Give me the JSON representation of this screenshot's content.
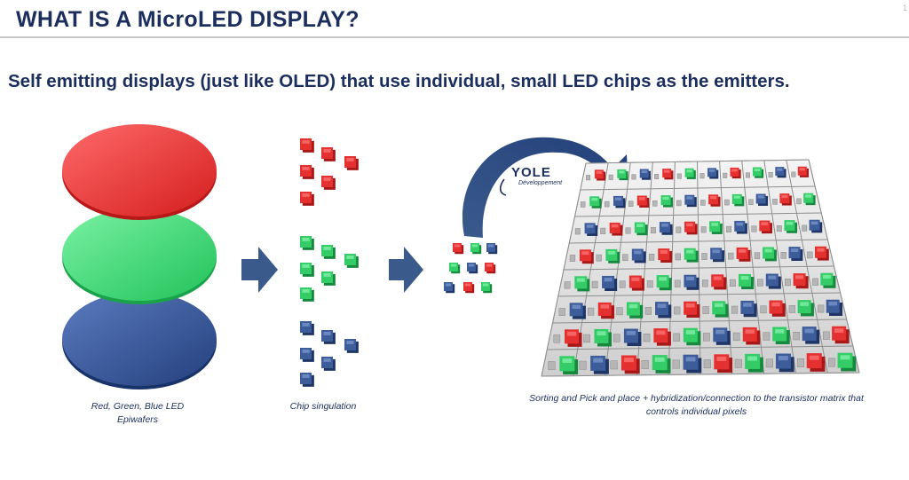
{
  "header": {
    "title": "WHAT IS A MicroLED DISPLAY?",
    "page_number": "1"
  },
  "subtitle": "Self emitting displays (just like OLED) that use individual, small LED chips as the emitters.",
  "logo": {
    "main": "YOLE",
    "sub": "Développement"
  },
  "steps": [
    {
      "caption_line1": "Red, Green, Blue LED",
      "caption_line2": "Epiwafers"
    },
    {
      "caption": "Chip singulation"
    },
    {
      "caption_line1": "Sorting and Pick and place + hybridization/connection to the transistor matrix that",
      "caption_line2": "controls individual pixels"
    }
  ],
  "colors": {
    "navy": "#1b2e5e",
    "red": "#e53030",
    "green": "#33cc66",
    "blue": "#3d5c9a",
    "arrow": "#3a5a8c"
  }
}
